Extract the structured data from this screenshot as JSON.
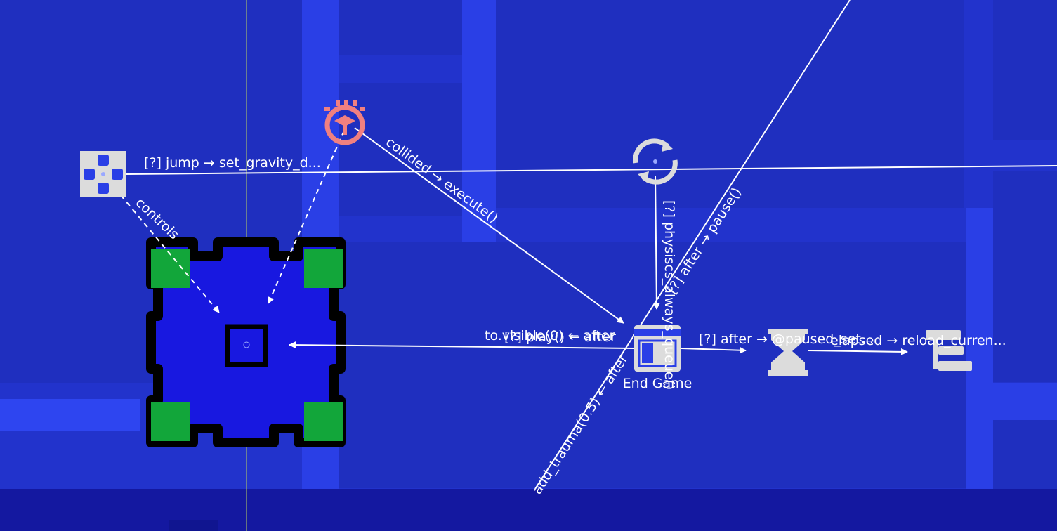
{
  "colors": {
    "background": "#2233cc",
    "panel_dark": "#1f2fbf",
    "panel_light": "#2e45f0",
    "bottom_bar": "#1418a0",
    "player_fill": "#1818e0",
    "player_corner": "#12a63a",
    "edge": "#ffffff",
    "icon_gray": "#dcdcdc",
    "hazard_icon": "#f08080"
  },
  "icons": {
    "controller": "dpad-controller-icon",
    "hazard": "spiked-hazard-icon",
    "physics": "refresh-cycle-icon",
    "end_game": "window-calendar-icon",
    "timer": "hourglass-icon",
    "scene_tree": "scene-tree-icon"
  },
  "nodes": {
    "end_game": {
      "label": "End Game"
    }
  },
  "edges": {
    "jump": "[?] jump → set_gravity_d...",
    "controls": "controls",
    "collided": "collided → execute()",
    "physics": "[?] physiscs_always_queue()",
    "after_pause": "[?] after → pause()",
    "to_visible_a": "to.visible(0) ← after",
    "to_visible_b": "[?] play() ← after",
    "after_paused": "[?] after → @paused_set...",
    "elapsed": "elapsed → reload_curren...",
    "trauma": "add_trauma(0.5) ← after"
  }
}
